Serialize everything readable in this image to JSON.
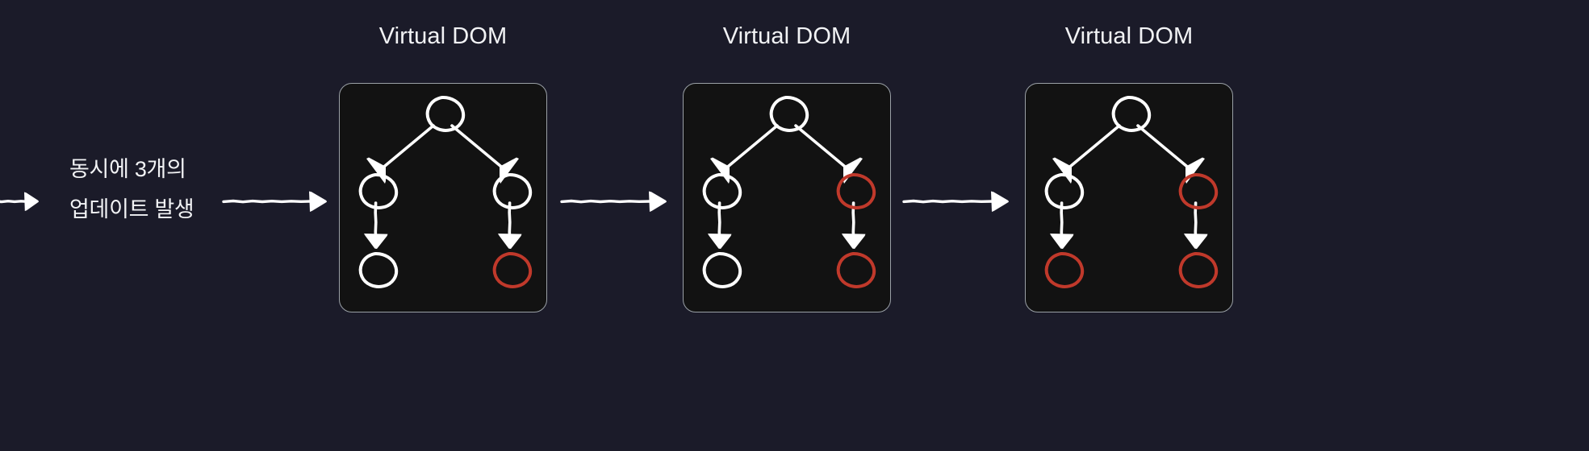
{
  "page": {
    "background_color": "#1b1b29",
    "card_background_color": "#121212",
    "card_border_color": "#9aa0a6",
    "stroke_color": "#ffffff",
    "highlight_color": "#c0392b"
  },
  "caption": {
    "line1": "동시에 3개의",
    "line2": "업데이트 발생",
    "text": "동시에 3개의\n업데이트 발생"
  },
  "connectors": [
    {
      "name": "arrow-into-caption",
      "label": ""
    },
    {
      "name": "arrow-caption-to-panel-1",
      "label": ""
    },
    {
      "name": "arrow-panel-1-to-panel-2",
      "label": ""
    },
    {
      "name": "arrow-panel-2-to-panel-3",
      "label": ""
    }
  ],
  "panels": [
    {
      "title": "Virtual DOM",
      "nodes": [
        {
          "id": "root",
          "state": "normal"
        },
        {
          "id": "left-child",
          "state": "normal"
        },
        {
          "id": "right-child",
          "state": "normal"
        },
        {
          "id": "left-leaf",
          "state": "normal"
        },
        {
          "id": "right-leaf",
          "state": "updated"
        }
      ],
      "updated_count": 1
    },
    {
      "title": "Virtual DOM",
      "nodes": [
        {
          "id": "root",
          "state": "normal"
        },
        {
          "id": "left-child",
          "state": "normal"
        },
        {
          "id": "right-child",
          "state": "updated"
        },
        {
          "id": "left-leaf",
          "state": "normal"
        },
        {
          "id": "right-leaf",
          "state": "updated"
        }
      ],
      "updated_count": 2
    },
    {
      "title": "Virtual DOM",
      "nodes": [
        {
          "id": "root",
          "state": "normal"
        },
        {
          "id": "left-child",
          "state": "normal"
        },
        {
          "id": "right-child",
          "state": "updated"
        },
        {
          "id": "left-leaf",
          "state": "updated"
        },
        {
          "id": "right-leaf",
          "state": "updated"
        }
      ],
      "updated_count": 3
    }
  ]
}
